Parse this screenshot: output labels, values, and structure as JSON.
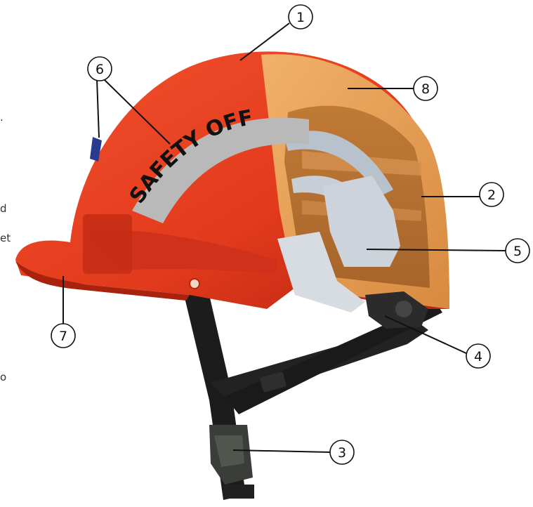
{
  "colors": {
    "shell_red": "#e8391d",
    "shell_dark": "#b52410",
    "interior_tan": "#e8a05a",
    "strap_black": "#1d1d1d",
    "band_gray": "#9aa0a6"
  },
  "decal_text": "SAFETY OFF",
  "edge_fragments": [
    ".",
    "d",
    "et",
    "o"
  ],
  "callouts": [
    {
      "number": "1",
      "part": "shell crown"
    },
    {
      "number": "2",
      "part": "shell side"
    },
    {
      "number": "3",
      "part": "chin strap buckle"
    },
    {
      "number": "4",
      "part": "suspension adjuster"
    },
    {
      "number": "5",
      "part": "suspension harness"
    },
    {
      "number": "6",
      "part": "reflective decal"
    },
    {
      "number": "7",
      "part": "front brim"
    },
    {
      "number": "8",
      "part": "liner"
    }
  ]
}
